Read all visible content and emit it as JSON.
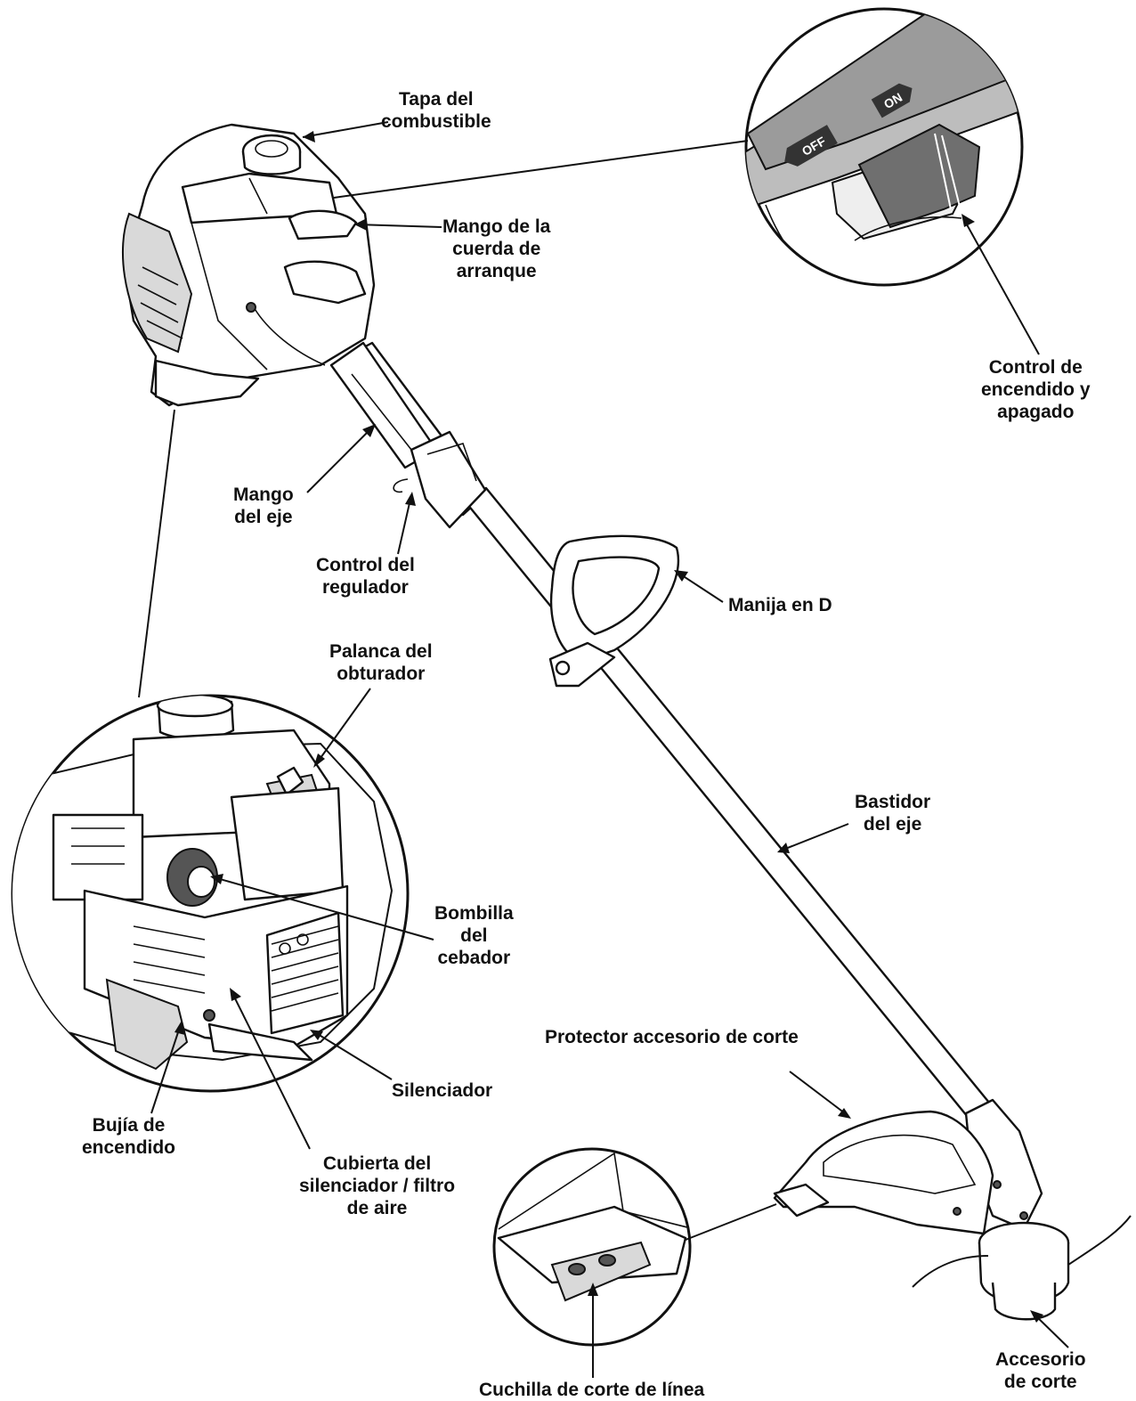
{
  "labels": {
    "fuel_cap": [
      "Tapa del",
      "combustible"
    ],
    "starter_handle": [
      "Mango de la",
      "cuerda de",
      "arranque"
    ],
    "on_off_control": [
      "Control de",
      "encendido y",
      "apagado"
    ],
    "shaft_handle": [
      "Mango",
      "del eje"
    ],
    "throttle_control": [
      "Control del",
      "regulador"
    ],
    "d_handle": [
      "Manija en D"
    ],
    "choke_lever": [
      "Palanca del",
      "obturador"
    ],
    "shaft_housing": [
      "Bastidor",
      "del eje"
    ],
    "primer_bulb": [
      "Bombilla",
      "del",
      "cebador"
    ],
    "muffler": [
      "Silenciador"
    ],
    "spark_plug": [
      "Bujía de",
      "encendido"
    ],
    "muffler_cover": [
      "Cubierta del",
      "silenciador / filtro",
      "de aire"
    ],
    "attachment_guard": [
      "Protector accesorio de corte"
    ],
    "line_cutter": [
      "Cuchilla de corte de línea"
    ],
    "cutting_attachment": [
      "Accesorio",
      "de corte"
    ]
  },
  "switch_text": {
    "off": "OFF",
    "on": "ON"
  }
}
